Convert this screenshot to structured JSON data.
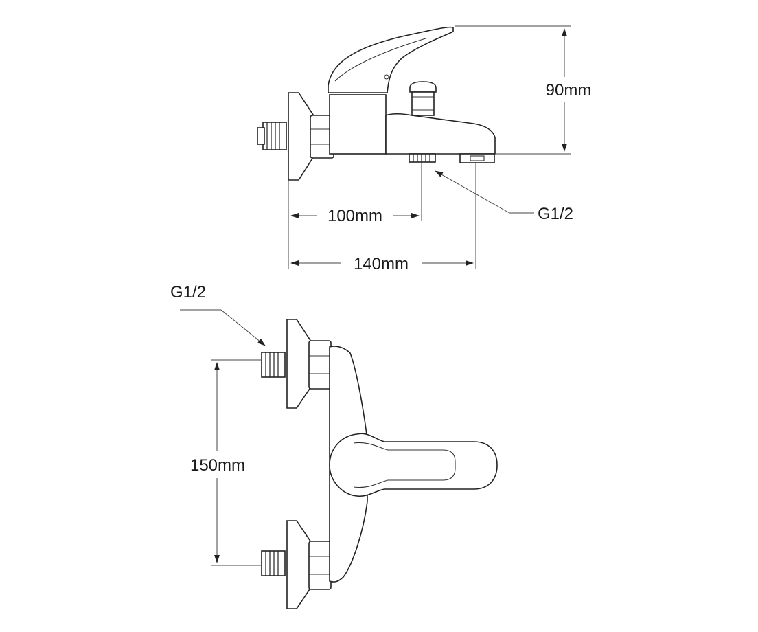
{
  "labels": {
    "height": "90mm",
    "spout_outlet_offset": "100mm",
    "spout_length": "140mm",
    "outlet_thread_top": "G1/2",
    "inlet_thread_bottom": "G1/2",
    "inlet_spacing": "150mm"
  },
  "colors": {
    "line": "#222222",
    "background": "#ffffff"
  }
}
